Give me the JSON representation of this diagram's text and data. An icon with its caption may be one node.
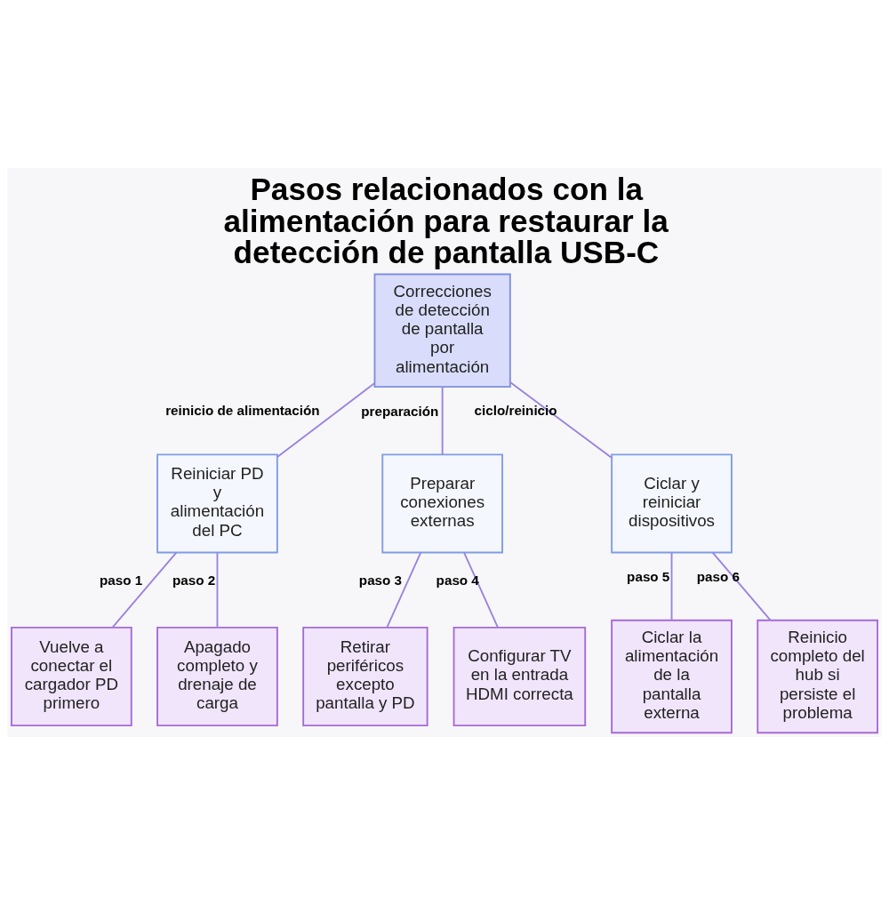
{
  "diagram": {
    "title": "Pasos relacionados con la alimentación para restaurar la detección de pantalla USB-C",
    "nodes": [
      {
        "text": [
          "Correcciones de detección de pantalla por alimentación"
        ]
      },
      {
        "text": [
          "Reiniciar PD y alimentación del PC"
        ]
      },
      {
        "text": [
          "Preparar conexiones externas"
        ]
      },
      {
        "text": [
          "Ciclar y reiniciar dispositivos"
        ]
      },
      {
        "text": [
          "Vuelve a conectar el cargador PD primero"
        ]
      },
      {
        "text": [
          "Apagado completo y drenaje de carga"
        ]
      },
      {
        "text": [
          "Retirar periféricos excepto pantalla y PD"
        ]
      },
      {
        "text": [
          "Configurar TV en la entrada HDMI correcta"
        ]
      },
      {
        "text": [
          "Ciclar la alimentación de la pantalla externa"
        ]
      },
      {
        "text": [
          "Reinicio completo del hub si persiste el problema"
        ]
      }
    ],
    "edges": [
      {
        "from": 0,
        "to": 1,
        "arrow": "none",
        "label": "reinicio de alimentación"
      },
      {
        "from": 0,
        "to": 2,
        "arrow": "none",
        "label": "preparación"
      },
      {
        "from": 0,
        "to": 3,
        "arrow": "none",
        "label": "ciclo/reinicio"
      },
      {
        "from": 1,
        "to": 4,
        "arrow": "none",
        "label": "paso 1"
      },
      {
        "from": 1,
        "to": 5,
        "arrow": "none",
        "label": "paso 2"
      },
      {
        "from": 2,
        "to": 6,
        "arrow": "none",
        "label": "paso 3"
      },
      {
        "from": 2,
        "to": 7,
        "arrow": "none",
        "label": "paso 4"
      },
      {
        "from": 3,
        "to": 8,
        "arrow": "none",
        "label": "paso 5"
      },
      {
        "from": 3,
        "to": 9,
        "arrow": "none",
        "label": "paso 6"
      }
    ]
  }
}
